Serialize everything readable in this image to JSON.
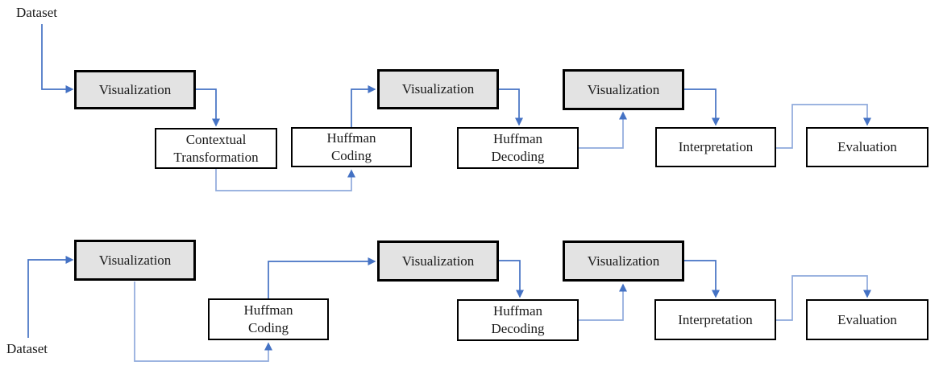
{
  "colors": {
    "arrow_dark": "#4472C4",
    "arrow_light": "#8FAADC",
    "box_fill_gray": "#E3E3E3",
    "box_fill_white": "#FFFFFF",
    "box_border": "#000000"
  },
  "top_flow": {
    "dataset_label": "Dataset",
    "boxes": {
      "visualization_1": "Visualization",
      "contextual_transformation": "Contextual\nTransformation",
      "huffman_coding": "Huffman\nCoding",
      "visualization_2": "Visualization",
      "huffman_decoding": "Huffman\nDecoding",
      "visualization_3": "Visualization",
      "interpretation": "Interpretation",
      "evaluation": "Evaluation"
    }
  },
  "bottom_flow": {
    "dataset_label": "Dataset",
    "boxes": {
      "visualization_1": "Visualization",
      "huffman_coding": "Huffman\nCoding",
      "visualization_2": "Visualization",
      "huffman_decoding": "Huffman\nDecoding",
      "visualization_3": "Visualization",
      "interpretation": "Interpretation",
      "evaluation": "Evaluation"
    }
  }
}
